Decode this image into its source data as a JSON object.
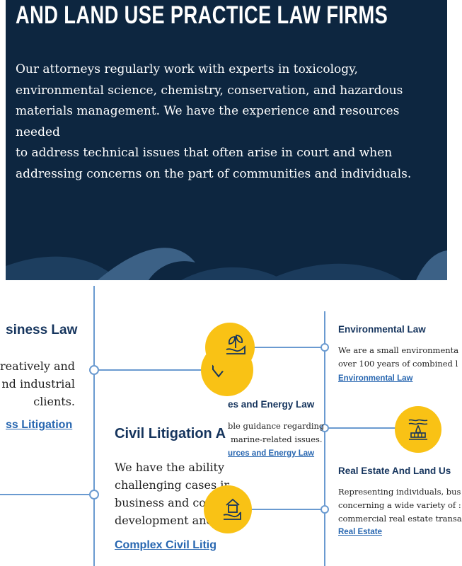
{
  "hero": {
    "title": "AND LAND USE PRACTICE LAW FIRMS",
    "lines": [
      "Our attorneys regularly work with experts in toxicology,",
      "environmental science, chemistry, conservation, and hazardous",
      "materials management. We have the experience and resources needed",
      "to address technical issues that often arise in court and when",
      "addressing concerns on the part of communities and individuals."
    ]
  },
  "left_panel": {
    "business": {
      "title": "siness Law",
      "lines": [
        "reatively and",
        "nd industrial",
        "clients."
      ],
      "link": "ss Litigation"
    },
    "civil": {
      "title": "Civil Litigation A",
      "lines": [
        "We have the ability",
        "challenging cases ir",
        "business and comm",
        "development and p"
      ],
      "link": "Complex Civil Litig"
    }
  },
  "right_panel": {
    "environmental": {
      "title": "Environmental Law",
      "lines": [
        "We are a small environmenta",
        "over 100 years of combined l"
      ],
      "link": "Environmental Law"
    },
    "natural": {
      "title": "es and Energy Law",
      "lines": [
        "ble guidance regarding",
        "marine-related issues."
      ],
      "link": "urces and Energy Law"
    },
    "realestate": {
      "title": "Real Estate And Land Us",
      "lines": [
        "Representing individuals, bus",
        "concerning a wide variety of :",
        "commercial real estate transa"
      ],
      "link": "Real Estate"
    }
  },
  "colors": {
    "hero_bg": "#0d2640",
    "accent": "#f9c215",
    "line": "#6a9ad0",
    "heading": "#15345d",
    "link": "#2766b0"
  },
  "icons": [
    "hand-leaf-icon",
    "leaf-icon",
    "water-treatment-icon",
    "hand-house-icon"
  ]
}
